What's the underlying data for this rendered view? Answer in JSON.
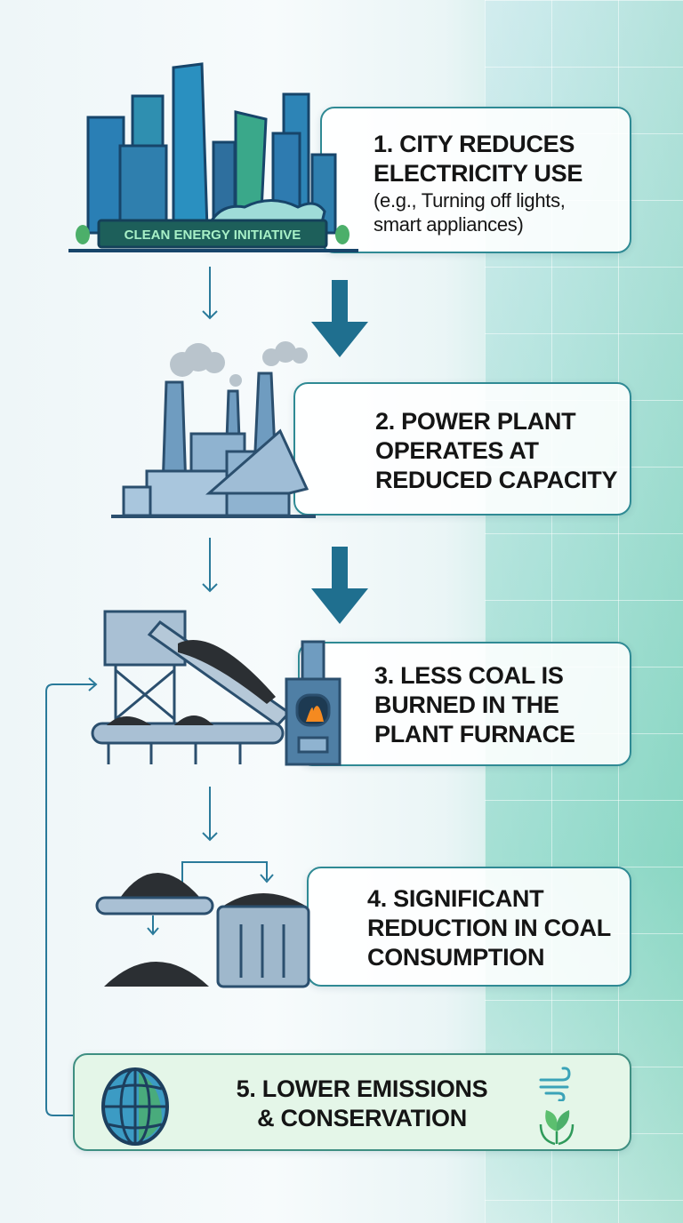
{
  "steps": [
    {
      "title_line1": "1. CITY REDUCES",
      "title_line2": "ELECTRICITY USE",
      "detail_line1": "(e.g., Turning off lights,",
      "detail_line2": "smart appliances)",
      "sign": "CLEAN ENERGY INITIATIVE"
    },
    {
      "title_line1": "2. POWER PLANT",
      "title_line2": "OPERATES AT",
      "title_line3": "REDUCED CAPACITY"
    },
    {
      "title_line1": "3. LESS COAL IS",
      "title_line2": "BURNED IN THE",
      "title_line3": "PLANT FURNACE"
    },
    {
      "title_line1": "4. SIGNIFICANT",
      "title_line2": "REDUCTION IN COAL",
      "title_line3": "CONSUMPTION"
    },
    {
      "title_line1": "5. LOWER EMISSIONS",
      "title_line2": "& CONSERVATION"
    }
  ],
  "colors": {
    "accent": "#2f8a94",
    "arrow": "#1f6f8f",
    "green": "#4caf6a"
  }
}
